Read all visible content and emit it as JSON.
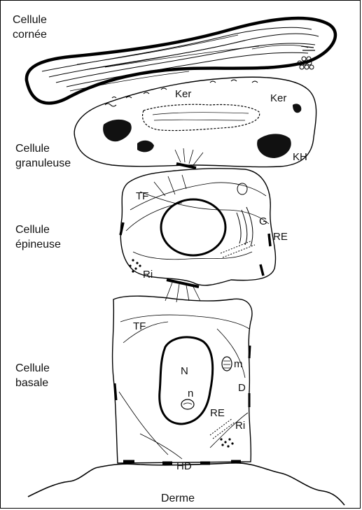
{
  "figure": {
    "cell_labels": {
      "cornee": {
        "line1": "Cellule",
        "line2": "cornée"
      },
      "granuleuse": {
        "line1": "Cellule",
        "line2": "granuleuse"
      },
      "epineuse": {
        "line1": "Cellule",
        "line2": "épineuse"
      },
      "basale": {
        "line1": "Cellule",
        "line2": "basale"
      }
    },
    "structure_labels": {
      "ker_left": "Ker",
      "ker_right": "Ker",
      "kh": "KH",
      "tf_upper": "TF",
      "g": "G",
      "re_upper": "RE",
      "ri_upper": "Ri",
      "tf_lower": "TF",
      "n_nucleus": "N",
      "n_nucleolus": "n",
      "m": "m",
      "d": "D",
      "re_lower": "RE",
      "ri_lower": "Ri",
      "hd": "HD"
    },
    "bottom_label": "Derme"
  }
}
